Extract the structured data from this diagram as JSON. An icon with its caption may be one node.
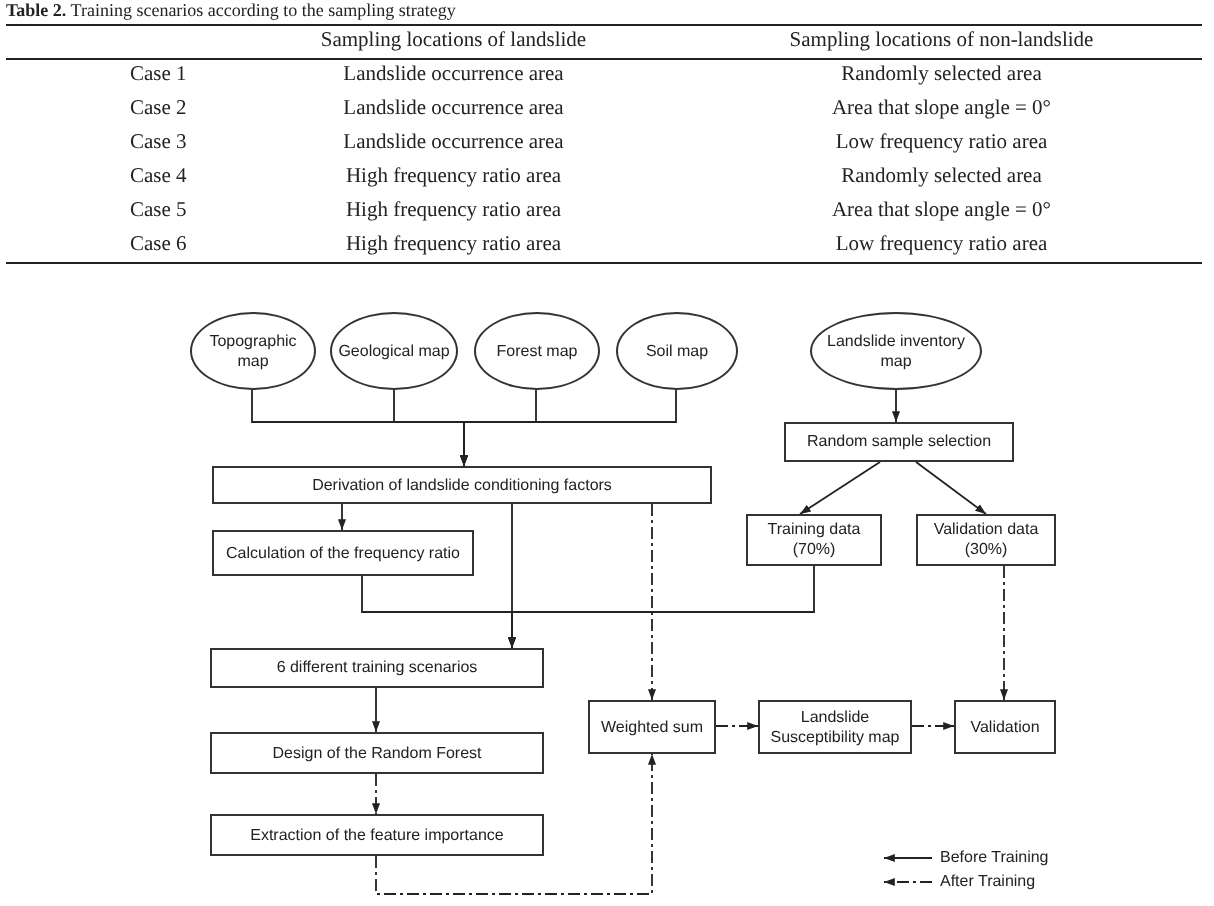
{
  "diagram": {
    "title": "**Table 2.** Training scenarios according to the sampling strategy",
    "nodes": [
      {
        "text": [
          "Topographic map"
        ]
      },
      {
        "text": [
          "Geological map"
        ]
      },
      {
        "text": [
          "Forest map"
        ]
      },
      {
        "text": [
          "Soil map"
        ]
      },
      {
        "text": [
          "Landslide inventory map"
        ]
      },
      {
        "text": [
          "Random sample selection"
        ]
      },
      {
        "text": [
          "Derivation of landslide conditioning factors"
        ]
      },
      {
        "text": [
          "Training data (70%)"
        ]
      },
      {
        "text": [
          "Validation data (30%)"
        ]
      },
      {
        "text": [
          "Calculation of the frequency ratio"
        ]
      },
      {
        "text": [
          "6 different training scenarios"
        ]
      },
      {
        "text": [
          "Weighted sum"
        ]
      },
      {
        "text": [
          "Landslide Susceptibility map"
        ]
      },
      {
        "text": [
          "Validation"
        ]
      },
      {
        "text": [
          "Design of the Random Forest"
        ]
      },
      {
        "text": [
          "Extraction of the feature importance"
        ]
      }
    ],
    "edges": [
      {
        "from": 0,
        "to": 6,
        "arrow": "to"
      },
      {
        "from": 1,
        "to": 6,
        "arrow": "to"
      },
      {
        "from": 2,
        "to": 6,
        "arrow": "to"
      },
      {
        "from": 3,
        "to": 6,
        "arrow": "to"
      },
      {
        "from": 4,
        "to": 5,
        "arrow": "to"
      },
      {
        "from": 5,
        "to": 7,
        "arrow": "to"
      },
      {
        "from": 5,
        "to": 8,
        "arrow": "to"
      },
      {
        "from": 6,
        "to": 9,
        "arrow": "to"
      },
      {
        "from": 6,
        "to": 10,
        "arrow": "to"
      },
      {
        "from": 9,
        "to": 10,
        "arrow": "to"
      },
      {
        "from": 7,
        "to": 10,
        "arrow": "to"
      },
      {
        "from": 6,
        "to": 11,
        "arrow": "to",
        "style": "dashed"
      },
      {
        "from": 10,
        "to": 14,
        "arrow": "to"
      },
      {
        "from": 14,
        "to": 15,
        "arrow": "to",
        "style": "dashed"
      },
      {
        "from": 15,
        "to": 11,
        "arrow": "to",
        "style": "dashed"
      },
      {
        "from": 11,
        "to": 12,
        "arrow": "to",
        "style": "dashed"
      },
      {
        "from": 12,
        "to": 13,
        "arrow": "to",
        "style": "dashed"
      },
      {
        "from": 8,
        "to": 13,
        "arrow": "to",
        "style": "dashed"
      }
    ],
    "labels": [
      "Sampling locations of landslide",
      "Sampling locations of non-landslide",
      "Case 1",
      "Landslide occurrence area",
      "Randomly selected area",
      "Case 2",
      "Landslide occurrence area",
      "Area that slope angle = 0°",
      "Case 3",
      "Landslide occurrence area",
      "Low frequency ratio area",
      "Case 4",
      "High frequency ratio area",
      "Randomly selected area",
      "Case 5",
      "High frequency ratio area",
      "Area that slope angle = 0°",
      "Case 6",
      "High frequency ratio area",
      "Low frequency ratio area"
    ],
    "legend": [
      {
        "text": "Before Training"
      },
      {
        "text": "After Training"
      }
    ]
  }
}
